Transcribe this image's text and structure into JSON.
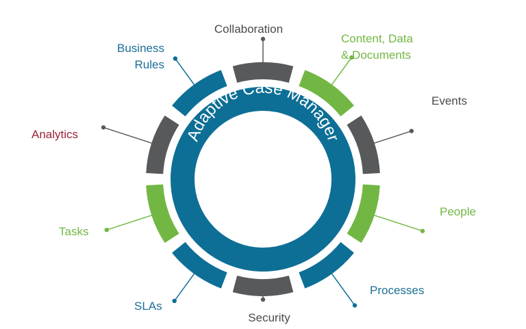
{
  "center": {
    "title": "Adaptive Case Manager"
  },
  "colors": {
    "blue": "#0d6f96",
    "dark_blue": "#1b6e97",
    "green": "#72b744",
    "gray": "#58595b",
    "red": "#9b2335",
    "label_gray": "#4a4a4a"
  },
  "segments": [
    {
      "name": "collaboration",
      "label_lines": [
        "Collaboration"
      ],
      "color": "gray"
    },
    {
      "name": "content",
      "label_lines": [
        "Content, Data",
        "& Documents"
      ],
      "color": "green"
    },
    {
      "name": "events",
      "label_lines": [
        "Events"
      ],
      "color": "gray"
    },
    {
      "name": "people",
      "label_lines": [
        "People"
      ],
      "color": "green"
    },
    {
      "name": "processes",
      "label_lines": [
        "Processes"
      ],
      "color": "blue"
    },
    {
      "name": "security",
      "label_lines": [
        "Security"
      ],
      "color": "gray"
    },
    {
      "name": "slas",
      "label_lines": [
        "SLAs"
      ],
      "color": "blue"
    },
    {
      "name": "tasks",
      "label_lines": [
        "Tasks"
      ],
      "color": "green"
    },
    {
      "name": "analytics",
      "label_lines": [
        "Analytics"
      ],
      "color": "gray"
    },
    {
      "name": "business-rules",
      "label_lines": [
        "Business",
        "Rules"
      ],
      "color": "blue"
    }
  ],
  "label_colors": {
    "collaboration": "label_gray",
    "content": "green",
    "events": "label_gray",
    "people": "green",
    "processes": "dark_blue",
    "security": "label_gray",
    "slas": "dark_blue",
    "tasks": "green",
    "analytics": "red",
    "business-rules": "dark_blue"
  }
}
